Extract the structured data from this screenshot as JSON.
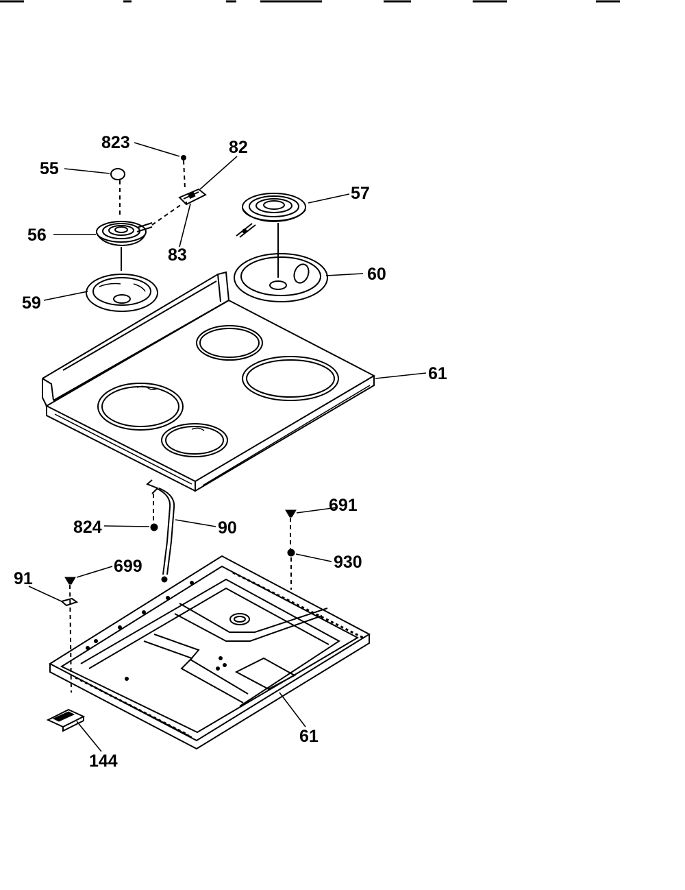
{
  "callouts": {
    "c823": "823",
    "c82": "82",
    "c55": "55",
    "c57": "57",
    "c56": "56",
    "c83": "83",
    "c60": "60",
    "c59": "59",
    "c61_top": "61",
    "c691": "691",
    "c824": "824",
    "c90": "90",
    "c930": "930",
    "c699": "699",
    "c91": "91",
    "c61_bottom": "61",
    "c144": "144"
  }
}
